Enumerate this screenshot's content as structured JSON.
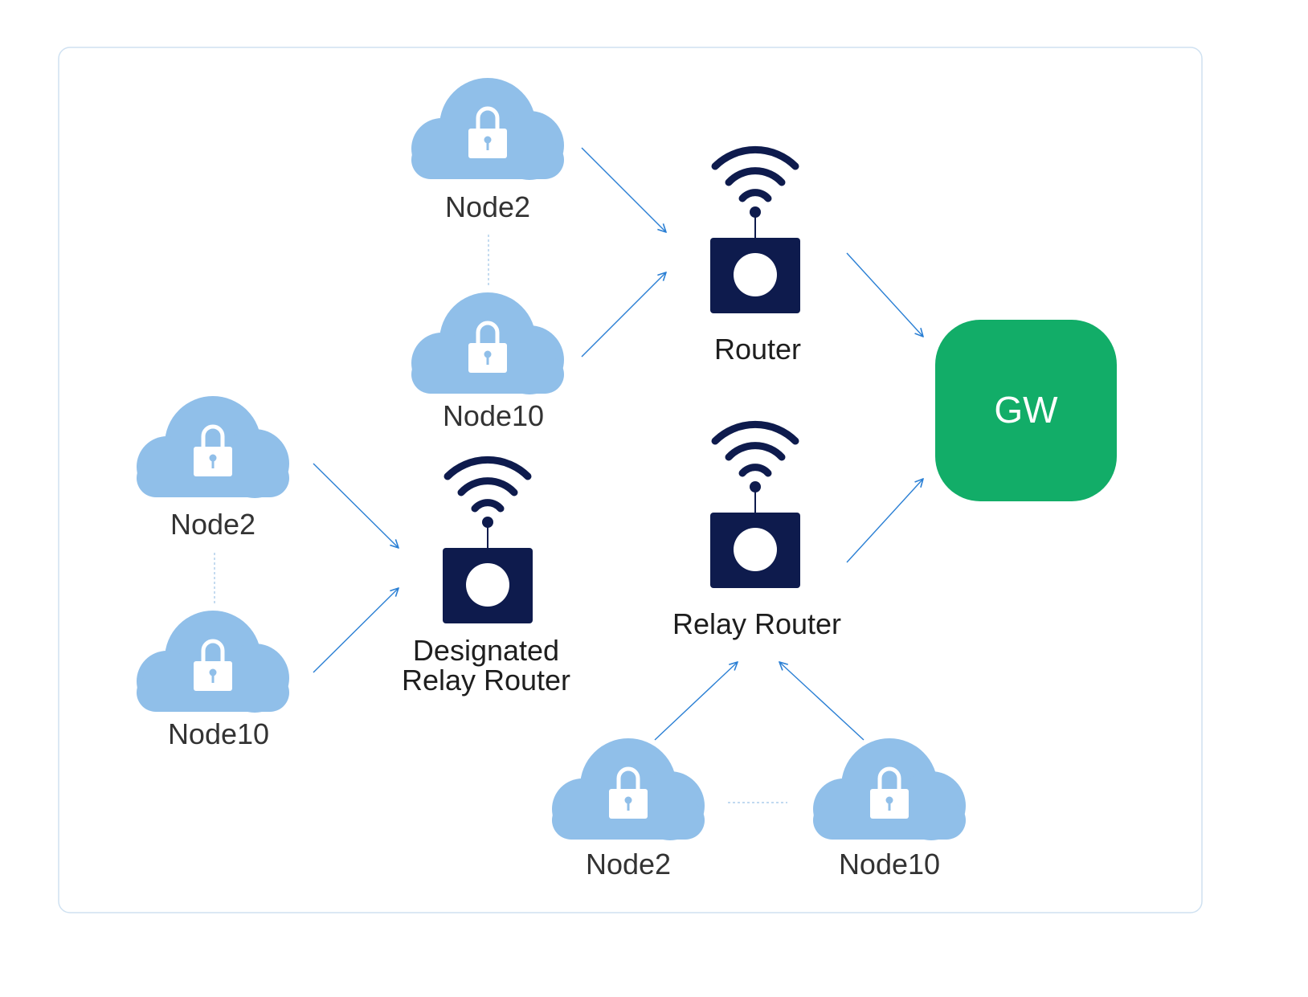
{
  "colors": {
    "cloud": "#90bfe9",
    "lock": "#ffffff",
    "router": "#0e1b4d",
    "gateway": "#12ad68",
    "arrow": "#2a7fd4",
    "panel_border": "#cfe1f1",
    "dashed_link": "#9cc3e6"
  },
  "groups": {
    "top": {
      "node_a": "Node2",
      "node_b": "Node10"
    },
    "left": {
      "node_a": "Node2",
      "node_b": "Node10"
    },
    "bottom": {
      "node_a": "Node2",
      "node_b": "Node10"
    }
  },
  "routers": {
    "router": "Router",
    "designated_line1": "Designated",
    "designated_line2": "Relay Router",
    "relay": "Relay Router"
  },
  "gateway": {
    "label": "GW"
  },
  "icons": {
    "node": "cloud-lock-icon",
    "router": "wifi-router-icon"
  }
}
